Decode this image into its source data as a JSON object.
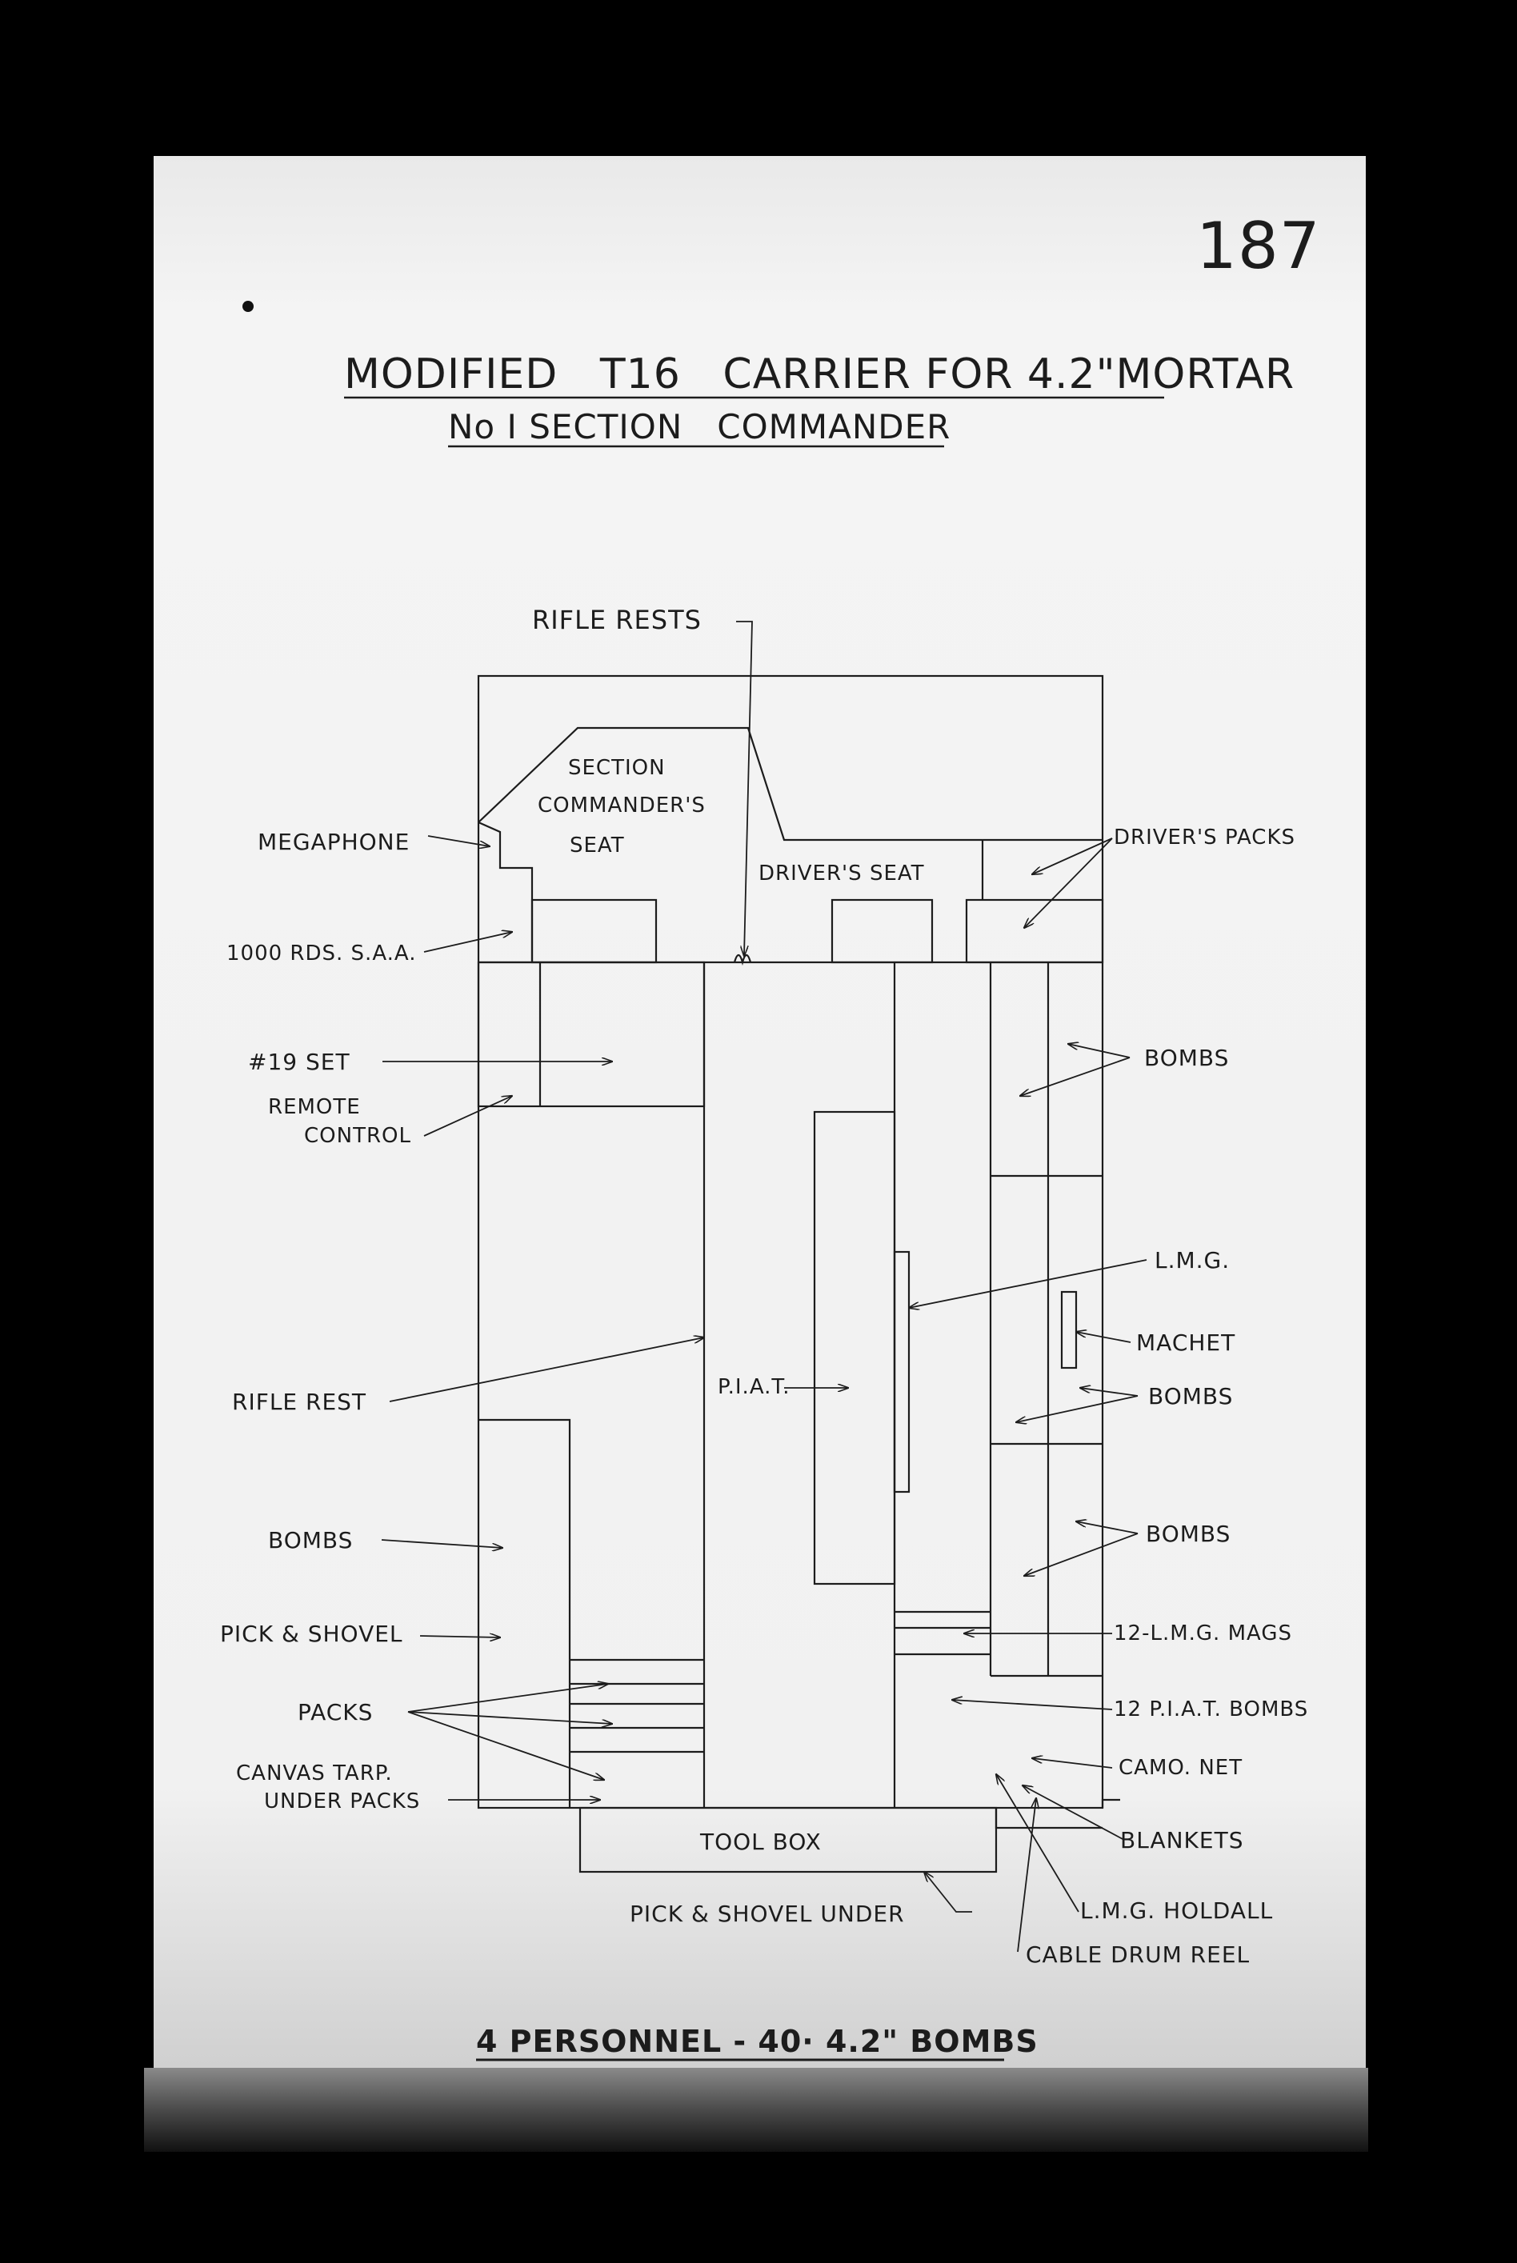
{
  "page_number": "187",
  "title": "MODIFIED   T16   CARRIER FOR 4.2\"MORTAR",
  "subtitle": "No I SECTION   COMMANDER",
  "footer": "4 PERSONNEL - 40· 4.2\" BOMBS",
  "compartments": {
    "section_commanders_seat_line1": "SECTION",
    "section_commanders_seat_line2": "COMMANDER'S",
    "section_commanders_seat_line3": "SEAT",
    "drivers_seat": "DRIVER'S SEAT",
    "piat": "P.I.A.T.",
    "tool_box": "TOOL BOX"
  },
  "labels": {
    "rifle_rests": "RIFLE RESTS",
    "megaphone": "MEGAPHONE",
    "sa_a": "1000 RDS. S.A.A.",
    "set19": "#19 SET",
    "remote_control_1": "REMOTE",
    "remote_control_2": "CONTROL",
    "rifle_rest": "RIFLE REST",
    "bombs_left": "BOMBS",
    "pick_shovel": "PICK & SHOVEL",
    "packs": "PACKS",
    "canvas_tarp_1": "CANVAS TARP.",
    "canvas_tarp_2": "UNDER PACKS",
    "pick_shovel_under": "PICK & SHOVEL UNDER",
    "drivers_packs": "DRIVER'S PACKS",
    "bombs_right_1": "BOMBS",
    "lmg": "L.M.G.",
    "machet": "MACHET",
    "bombs_right_2": "BOMBS",
    "bombs_right_3": "BOMBS",
    "lmg_mags": "12-L.M.G. MAGS",
    "piat_bombs": "12 P.I.A.T. BOMBS",
    "camo_net": "CAMO. NET",
    "blankets": "BLANKETS",
    "lmg_holdall": "L.M.G. HOLDALL",
    "cable_drum_reel": "CABLE DRUM REEL"
  },
  "colors": {
    "paper": "#f3f3f3",
    "ink": "#1c1c1c",
    "background": "#000000"
  }
}
